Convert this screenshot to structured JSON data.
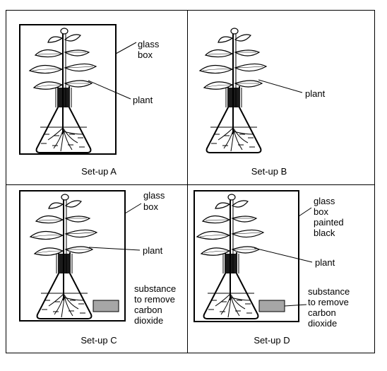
{
  "panels": [
    {
      "caption": "Set-up A",
      "labels": {
        "box": [
          "glass",
          "box"
        ],
        "plant": [
          "plant"
        ]
      },
      "has_substance": false
    },
    {
      "caption": "Set-up B",
      "labels": {
        "plant": [
          "plant"
        ]
      },
      "has_substance": false
    },
    {
      "caption": "Set-up C",
      "labels": {
        "box": [
          "glass",
          "box"
        ],
        "plant": [
          "plant"
        ],
        "substance": [
          "substance",
          "to remove",
          "carbon",
          "dioxide"
        ]
      },
      "has_substance": true
    },
    {
      "caption": "Set-up D",
      "labels": {
        "box": [
          "glass",
          "box",
          "painted",
          "black"
        ],
        "plant": [
          "plant"
        ],
        "substance": [
          "substance",
          "to remove",
          "carbon",
          "dioxide"
        ]
      },
      "has_substance": true
    }
  ],
  "colors": {
    "line": "#000000",
    "substance_fill": "#a6a6a6",
    "stopper": "#1a1a1a"
  }
}
